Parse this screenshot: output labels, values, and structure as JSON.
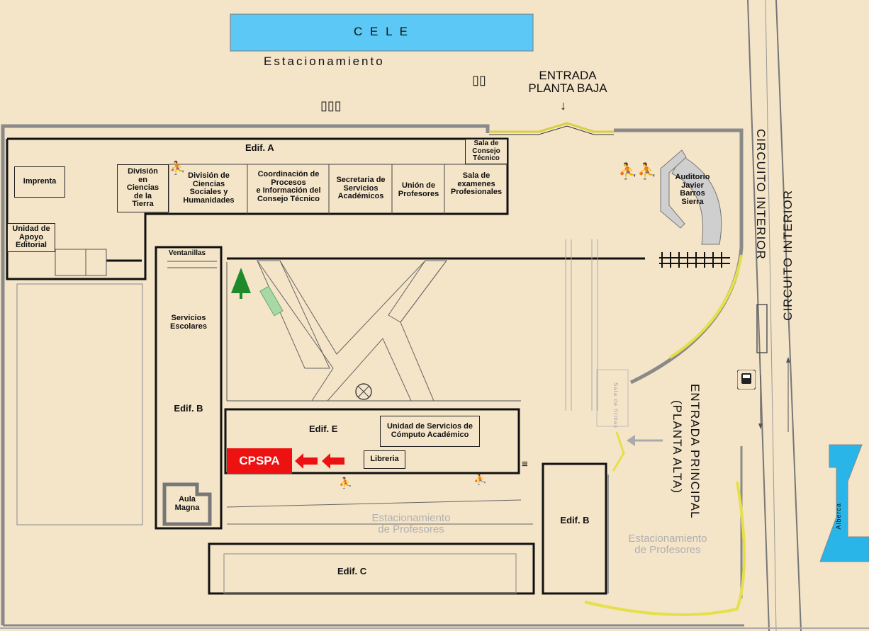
{
  "header": {
    "cele": "C E L E",
    "estacionamiento": "Estacionamiento",
    "entrada_baja": [
      "ENTRADA",
      "PLANTA BAJA"
    ]
  },
  "buildings": {
    "edif_a": "Edif. A",
    "edif_b_left": "Edif. B",
    "edif_b_right": "Edif. B",
    "edif_c": "Edif. C",
    "edif_e": "Edif. E"
  },
  "rooms": {
    "imprenta": "Imprenta",
    "unidad_apoyo": [
      "Unidad de",
      "Apoyo",
      "Editorial"
    ],
    "division_tierra": [
      "División",
      "en",
      "Ciencias",
      "de la",
      "Tierra"
    ],
    "division_sociales": [
      "División de",
      "Ciencias",
      "Sociales y",
      "Humanidades"
    ],
    "coordinacion": [
      "Coordinación de",
      "Procesos",
      "e Información del",
      "Consejo Técnico"
    ],
    "secretaria": [
      "Secretaria de",
      "Servicios",
      "Académicos"
    ],
    "union": [
      "Unión de",
      "Profesores"
    ],
    "sala_examenes": [
      "Sala de",
      "examenes",
      "Profesionales"
    ],
    "sala_consejo": [
      "Sala de",
      "Consejo",
      "Técnico"
    ],
    "auditorio": [
      "Auditorio",
      "Javier",
      "Barros",
      "Sierra"
    ],
    "ventanillas": "Ventanillas",
    "servicios_escolares": [
      "Servicios",
      "Escolares"
    ],
    "aula_magna": [
      "Aula",
      "Magna"
    ],
    "unidad_computo": [
      "Unidad de Servicios de",
      "Cómputo Académico"
    ],
    "libreria": "Libreria",
    "cpspa": "CPSPA",
    "sala_firmas": "Sala de firmas"
  },
  "labels": {
    "est_prof_1": [
      "Estacionamiento",
      "de Profesores"
    ],
    "est_prof_2": [
      "Estacionamiento",
      "de Profesores"
    ],
    "circuito_1": "CIRCUITO INTERIOR",
    "circuito_2": "CIRCUITO INTERIOR",
    "entrada_principal": [
      "ENTRADA PRINCIPAL",
      "(PLANTA ALTA)"
    ],
    "alberca": "Alberca"
  },
  "colors": {
    "ground": "#f4e4c8",
    "cele": "#5bc8f5",
    "alberca": "#29b5e8",
    "cpspa": "#ee1111",
    "arrow": "#ee1111",
    "yellow_path": "#e5e04a",
    "tree": "#1f8a2a"
  },
  "icons": [
    "car-icon",
    "stairs-icon",
    "tree-icon",
    "fountain-icon",
    "bus-icon",
    "north-arrow-icon"
  ]
}
